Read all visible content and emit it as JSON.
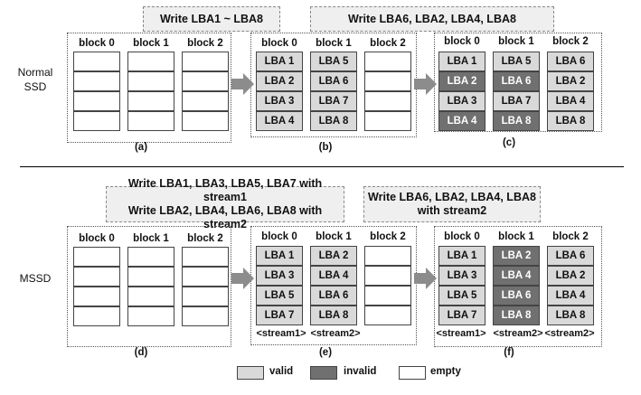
{
  "rows": {
    "top": {
      "label_line1": "Normal",
      "label_line2": "SSD",
      "write1": "Write LBA1 ~ LBA8",
      "write2": "Write LBA6, LBA2, LBA4, LBA8"
    },
    "bottom": {
      "label": "MSSD",
      "write1_line1": "Write LBA1, LBA3, LBA5, LBA7 with stream1",
      "write1_line2": "Write LBA2, LBA4, LBA6, LBA8 with stream2",
      "write2_line1": "Write LBA6, LBA2, LBA4, LBA8",
      "write2_line2": "with stream2"
    }
  },
  "block_headers": [
    "block 0",
    "block 1",
    "block 2"
  ],
  "panels": [
    {
      "id": "a",
      "caption": "(a)",
      "blocks": [
        [
          {
            "t": "",
            "s": "empty"
          },
          {
            "t": "",
            "s": "empty"
          },
          {
            "t": "",
            "s": "empty"
          },
          {
            "t": "",
            "s": "empty"
          }
        ],
        [
          {
            "t": "",
            "s": "empty"
          },
          {
            "t": "",
            "s": "empty"
          },
          {
            "t": "",
            "s": "empty"
          },
          {
            "t": "",
            "s": "empty"
          }
        ],
        [
          {
            "t": "",
            "s": "empty"
          },
          {
            "t": "",
            "s": "empty"
          },
          {
            "t": "",
            "s": "empty"
          },
          {
            "t": "",
            "s": "empty"
          }
        ]
      ],
      "streams": []
    },
    {
      "id": "b",
      "caption": "(b)",
      "blocks": [
        [
          {
            "t": "LBA 1",
            "s": "valid"
          },
          {
            "t": "LBA 2",
            "s": "valid"
          },
          {
            "t": "LBA 3",
            "s": "valid"
          },
          {
            "t": "LBA 4",
            "s": "valid"
          }
        ],
        [
          {
            "t": "LBA 5",
            "s": "valid"
          },
          {
            "t": "LBA 6",
            "s": "valid"
          },
          {
            "t": "LBA 7",
            "s": "valid"
          },
          {
            "t": "LBA 8",
            "s": "valid"
          }
        ],
        [
          {
            "t": "",
            "s": "empty"
          },
          {
            "t": "",
            "s": "empty"
          },
          {
            "t": "",
            "s": "empty"
          },
          {
            "t": "",
            "s": "empty"
          }
        ]
      ],
      "streams": []
    },
    {
      "id": "c",
      "caption": "(c)",
      "blocks": [
        [
          {
            "t": "LBA 1",
            "s": "valid"
          },
          {
            "t": "LBA 2",
            "s": "invalid"
          },
          {
            "t": "LBA 3",
            "s": "valid"
          },
          {
            "t": "LBA 4",
            "s": "invalid"
          }
        ],
        [
          {
            "t": "LBA 5",
            "s": "valid"
          },
          {
            "t": "LBA 6",
            "s": "invalid"
          },
          {
            "t": "LBA 7",
            "s": "valid"
          },
          {
            "t": "LBA 8",
            "s": "invalid"
          }
        ],
        [
          {
            "t": "LBA 6",
            "s": "valid"
          },
          {
            "t": "LBA 2",
            "s": "valid"
          },
          {
            "t": "LBA 4",
            "s": "valid"
          },
          {
            "t": "LBA 8",
            "s": "valid"
          }
        ]
      ],
      "streams": []
    },
    {
      "id": "d",
      "caption": "(d)",
      "blocks": [
        [
          {
            "t": "",
            "s": "empty"
          },
          {
            "t": "",
            "s": "empty"
          },
          {
            "t": "",
            "s": "empty"
          },
          {
            "t": "",
            "s": "empty"
          }
        ],
        [
          {
            "t": "",
            "s": "empty"
          },
          {
            "t": "",
            "s": "empty"
          },
          {
            "t": "",
            "s": "empty"
          },
          {
            "t": "",
            "s": "empty"
          }
        ],
        [
          {
            "t": "",
            "s": "empty"
          },
          {
            "t": "",
            "s": "empty"
          },
          {
            "t": "",
            "s": "empty"
          },
          {
            "t": "",
            "s": "empty"
          }
        ]
      ],
      "streams": []
    },
    {
      "id": "e",
      "caption": "(e)",
      "blocks": [
        [
          {
            "t": "LBA 1",
            "s": "valid"
          },
          {
            "t": "LBA 3",
            "s": "valid"
          },
          {
            "t": "LBA 5",
            "s": "valid"
          },
          {
            "t": "LBA 7",
            "s": "valid"
          }
        ],
        [
          {
            "t": "LBA 2",
            "s": "valid"
          },
          {
            "t": "LBA 4",
            "s": "valid"
          },
          {
            "t": "LBA 6",
            "s": "valid"
          },
          {
            "t": "LBA 8",
            "s": "valid"
          }
        ],
        [
          {
            "t": "",
            "s": "empty"
          },
          {
            "t": "",
            "s": "empty"
          },
          {
            "t": "",
            "s": "empty"
          },
          {
            "t": "",
            "s": "empty"
          }
        ]
      ],
      "streams": [
        "<stream1>",
        "<stream2>"
      ]
    },
    {
      "id": "f",
      "caption": "(f)",
      "blocks": [
        [
          {
            "t": "LBA 1",
            "s": "valid"
          },
          {
            "t": "LBA 3",
            "s": "valid"
          },
          {
            "t": "LBA 5",
            "s": "valid"
          },
          {
            "t": "LBA 7",
            "s": "valid"
          }
        ],
        [
          {
            "t": "LBA 2",
            "s": "invalid"
          },
          {
            "t": "LBA 4",
            "s": "invalid"
          },
          {
            "t": "LBA 6",
            "s": "invalid"
          },
          {
            "t": "LBA 8",
            "s": "invalid"
          }
        ],
        [
          {
            "t": "LBA 6",
            "s": "valid"
          },
          {
            "t": "LBA 2",
            "s": "valid"
          },
          {
            "t": "LBA 4",
            "s": "valid"
          },
          {
            "t": "LBA 8",
            "s": "valid"
          }
        ]
      ],
      "streams": [
        "<stream1>",
        "<stream2>",
        "<stream2>"
      ]
    }
  ],
  "legend": {
    "valid": "valid",
    "invalid": "invalid",
    "empty": "empty"
  },
  "colors": {
    "valid": "#d9d9d9",
    "invalid": "#707070",
    "empty": "#ffffff"
  }
}
